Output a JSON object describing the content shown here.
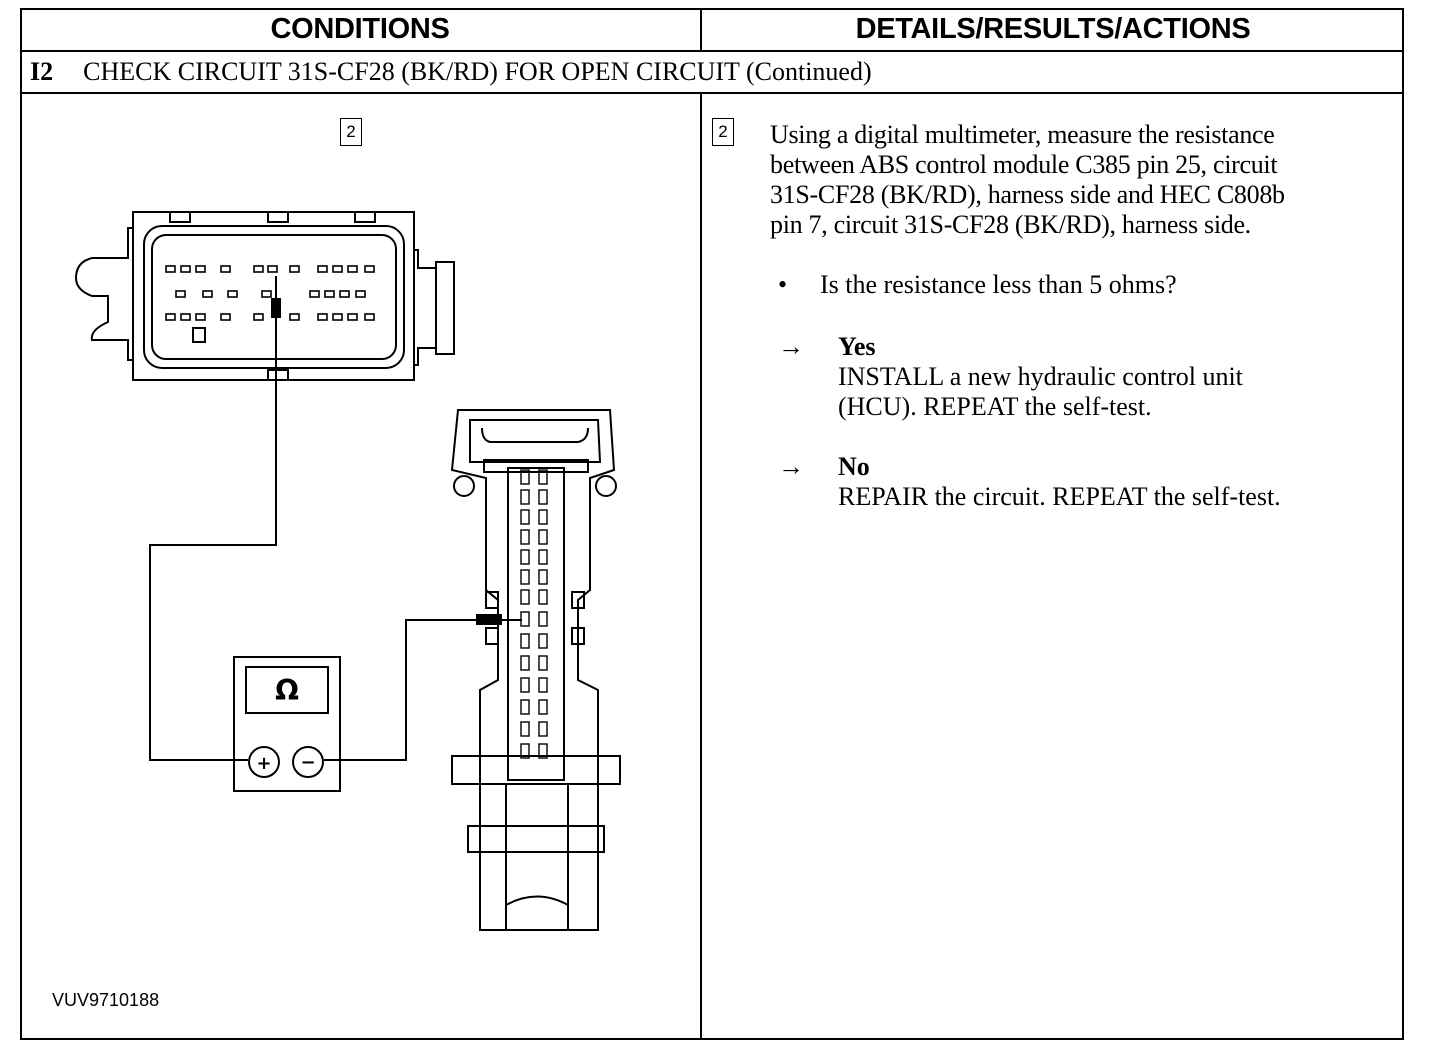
{
  "header": {
    "conditions": "CONDITIONS",
    "details": "DETAILS/RESULTS/ACTIONS"
  },
  "step": {
    "number": "I2",
    "title": "CHECK CIRCUIT 31S-CF28 (BK/RD) FOR OPEN CIRCUIT (Continued)"
  },
  "figure": {
    "step_ref": "2",
    "meter_symbol": "Ω",
    "plus_symbol": "+",
    "minus_symbol": "−",
    "figure_id": "VUV9710188"
  },
  "instruction": {
    "step_ref": "2",
    "lines": [
      "Using a digital multimeter, measure the resistance",
      "between ABS control module C385 pin 25, circuit",
      "31S-CF28 (BK/RD), harness side and HEC C808b",
      "pin 7, circuit 31S-CF28 (BK/RD), harness side."
    ],
    "question": "Is the resistance less than 5 ohms?",
    "bullet": "•",
    "answers": [
      {
        "arrow": "→",
        "label": "Yes",
        "action_lines": [
          "INSTALL a new hydraulic control unit",
          "(HCU). REPEAT the self-test."
        ]
      },
      {
        "arrow": "→",
        "label": "No",
        "action_lines": [
          "REPAIR the circuit. REPEAT the self-test."
        ]
      }
    ]
  }
}
